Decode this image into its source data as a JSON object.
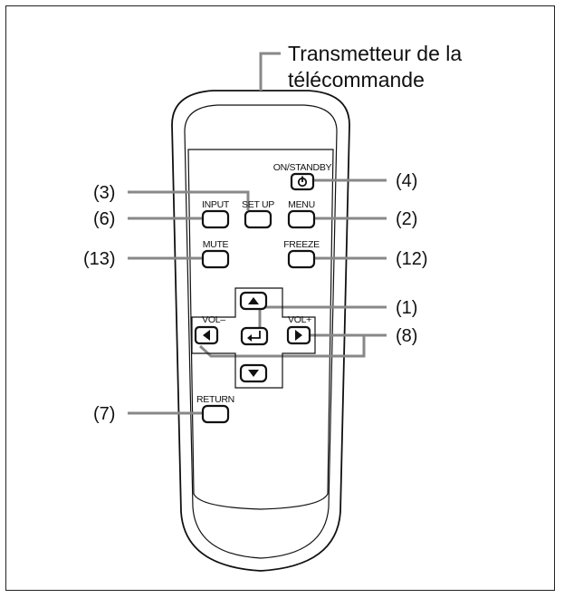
{
  "title": {
    "line1": "Transmetteur de la",
    "line2": "télécommande"
  },
  "buttons": {
    "on_standby": "ON/STANDBY",
    "input": "INPUT",
    "set_up": "SET UP",
    "menu": "MENU",
    "mute": "MUTE",
    "freeze": "FREEZE",
    "vol_minus": "VOL–",
    "vol_plus": "VOL+",
    "return": "RETURN"
  },
  "callouts": {
    "c1": "(1)",
    "c2": "(2)",
    "c3": "(3)",
    "c4": "(4)",
    "c6": "(6)",
    "c7": "(7)",
    "c8": "(8)",
    "c12": "(12)",
    "c13": "(13)"
  },
  "icons": {
    "power": "power-icon",
    "up": "arrow-up-icon",
    "down": "arrow-down-icon",
    "left": "arrow-left-icon",
    "right": "arrow-right-icon",
    "enter": "enter-icon"
  }
}
